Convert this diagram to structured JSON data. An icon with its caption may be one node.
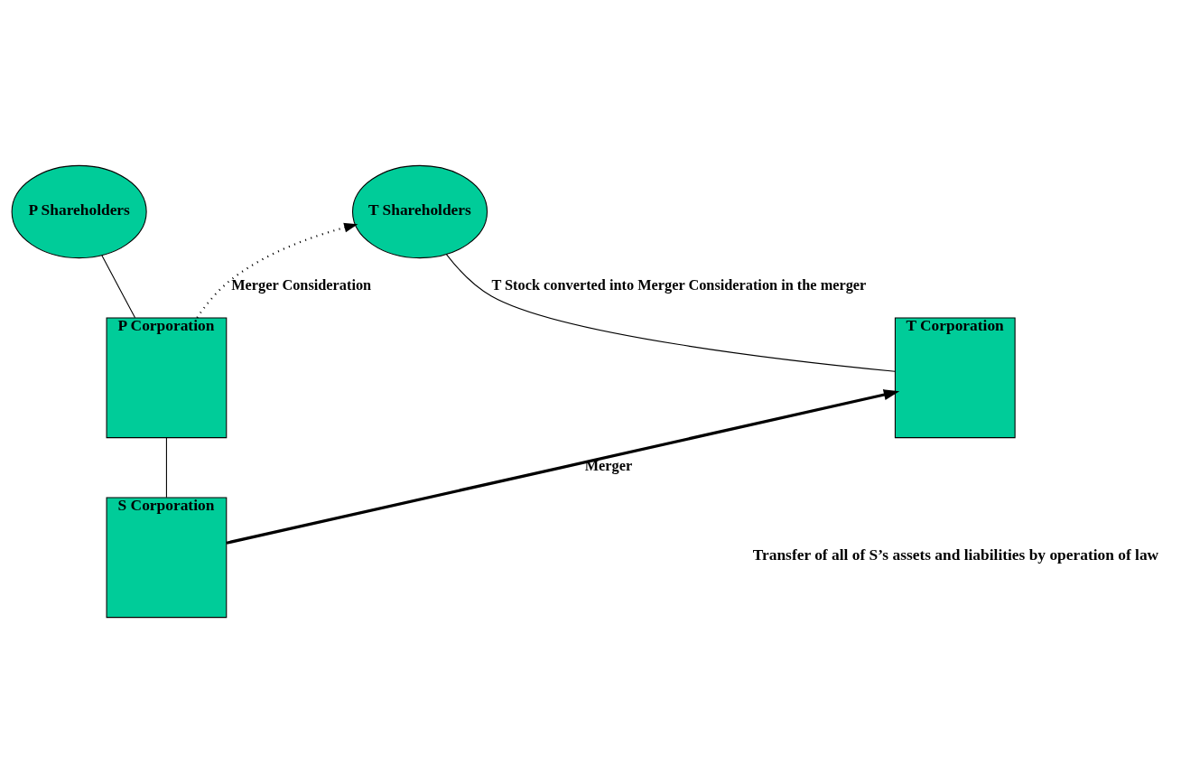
{
  "diagram": {
    "nodes": [
      {
        "text": [
          "P Shareholders"
        ]
      },
      {
        "text": [
          "P Corporation"
        ]
      },
      {
        "text": [
          "S Corporation"
        ]
      },
      {
        "text": [
          "T Shareholders"
        ]
      },
      {
        "text": [
          "T Corporation"
        ]
      }
    ],
    "edges": [
      {
        "from": 0,
        "to": 1,
        "arrow": "none"
      },
      {
        "from": 1,
        "to": 2,
        "arrow": "none"
      },
      {
        "from": 1,
        "to": 3,
        "arrow": "to",
        "style": "dashed",
        "label": "Merger Consideration"
      },
      {
        "from": 2,
        "to": 4,
        "arrow": "to",
        "style": "thick",
        "label": "Merger"
      },
      {
        "from": 3,
        "to": 4,
        "arrow": "none",
        "label": "T Stock converted into Merger Consideration in the merger"
      }
    ],
    "labels": [
      "Transfer of all of S’s assets and liabilities by operation of law"
    ]
  }
}
